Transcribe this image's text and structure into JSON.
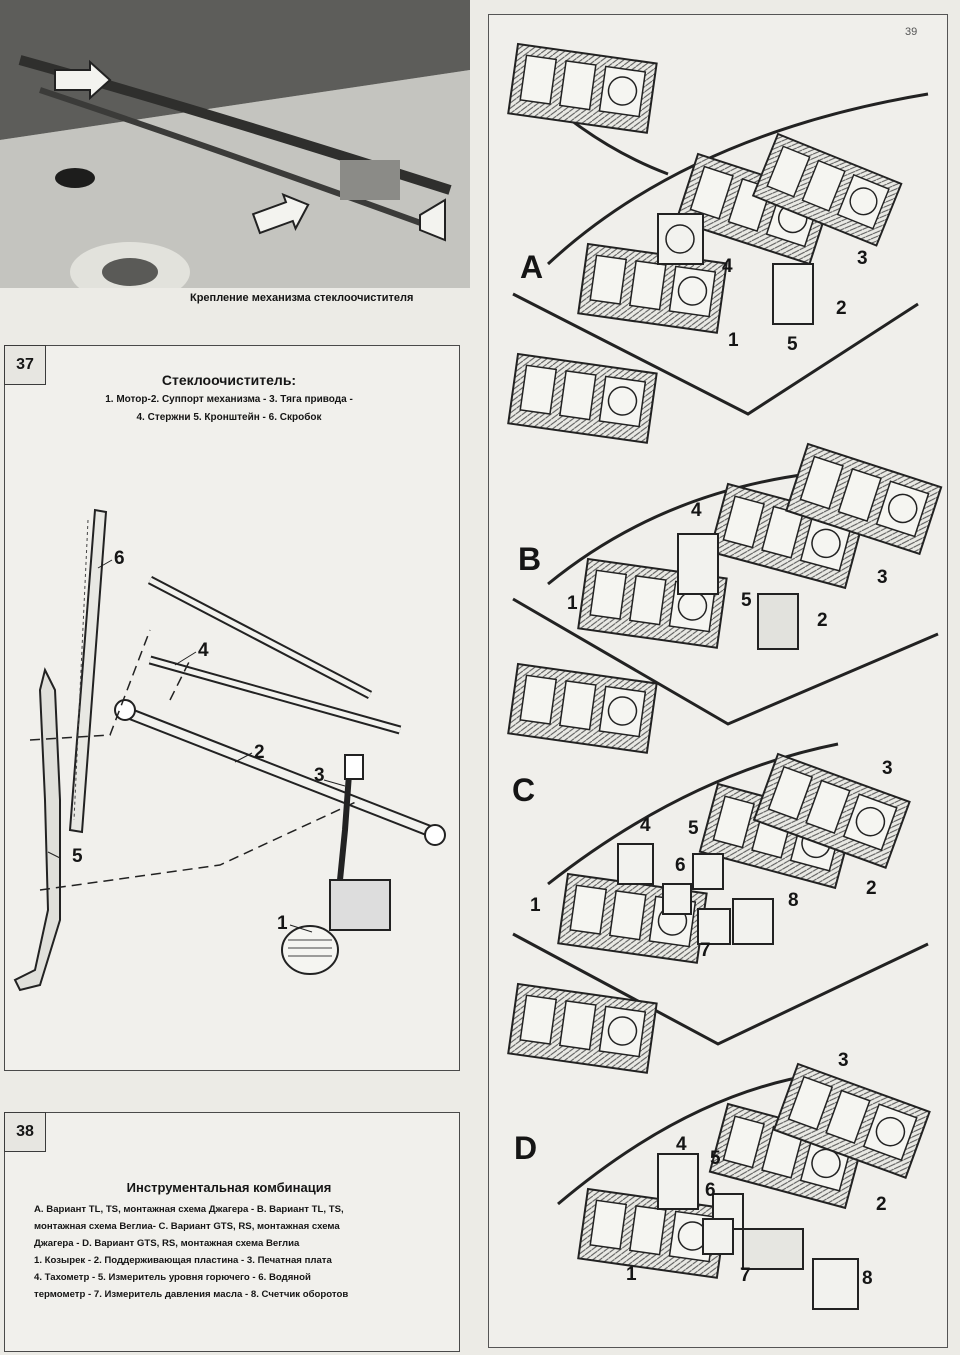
{
  "photo": {
    "caption": "Крепление механизма стеклоочистителя"
  },
  "fig37": {
    "number": "37",
    "title": "Стеклоочиститель:",
    "legend_line1": "1. Мотор-2. Суппорт механизма - 3. Тяга привода -",
    "legend_line2": "4. Стержни 5. Кронштейн - 6. Скробок",
    "callouts": [
      "1",
      "2",
      "3",
      "4",
      "5",
      "6"
    ]
  },
  "fig38": {
    "number": "38",
    "title": "Инструментальная комбинация",
    "caption_lines": [
      "A. Вариант TL, TS, монтажная схема Джагера - B. Вариант TL, TS,",
      "монтажная схема Веглиа- C. Вариант GTS, RS, монтажная схема",
      "Джагера - D. Вариант GTS, RS, монтажная схема Веглиа",
      "1. Козырек - 2. Поддерживающая пластина - 3. Печатная плата",
      "4. Тахометр - 5. Измеритель уровня горючего - 6. Водяной",
      "термометр - 7. Измеритель давления масла - 8. Счетчик оборотов"
    ],
    "variants": [
      {
        "letter": "A",
        "callouts": [
          "1",
          "2",
          "3",
          "4",
          "5"
        ]
      },
      {
        "letter": "B",
        "callouts": [
          "1",
          "2",
          "3",
          "4",
          "5"
        ]
      },
      {
        "letter": "C",
        "callouts": [
          "1",
          "2",
          "3",
          "4",
          "5",
          "6",
          "7",
          "8"
        ]
      },
      {
        "letter": "D",
        "callouts": [
          "1",
          "2",
          "3",
          "4",
          "5",
          "6",
          "7",
          "8"
        ]
      }
    ]
  },
  "page_marker": "39"
}
